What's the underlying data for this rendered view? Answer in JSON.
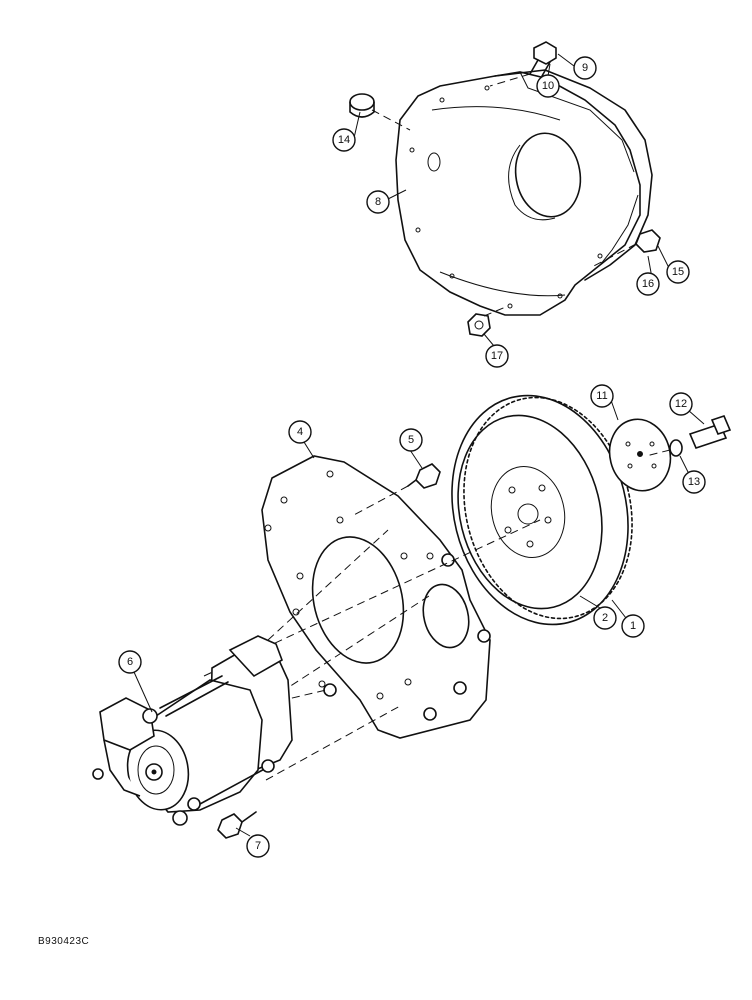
{
  "callouts": {
    "c1": "1",
    "c2": "2",
    "c4": "4",
    "c5": "5",
    "c6": "6",
    "c7": "7",
    "c8": "8",
    "c9": "9",
    "c10": "10",
    "c11": "11",
    "c12": "12",
    "c13": "13",
    "c14": "14",
    "c15": "15",
    "c16": "16",
    "c17": "17"
  },
  "figure_id": "B930423C"
}
